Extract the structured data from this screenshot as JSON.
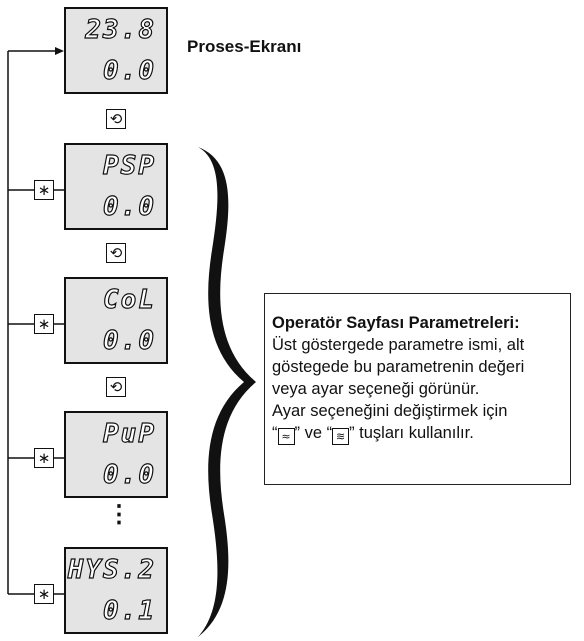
{
  "process_label": "Proses-Ekranı",
  "displays": [
    {
      "top": "23.8",
      "bottom": "0.0"
    },
    {
      "top": "PSP",
      "bottom": "0.0"
    },
    {
      "top": "CoL",
      "bottom": "0.0"
    },
    {
      "top": "PuP",
      "bottom": "0.0"
    },
    {
      "top": "HYS.2",
      "bottom": "0.1"
    }
  ],
  "keys": {
    "rotate_symbol": "⟲",
    "star_symbol": "∗",
    "up_symbol": "≈",
    "down_symbol": "≋",
    "ellipsis": "⋮"
  },
  "info": {
    "heading": "Operatör Sayfası Parametreleri:",
    "line1": "Üst göstergede parametre ismi, alt",
    "line2": "göstegede bu parametrenin değeri",
    "line3": "veya ayar seçeneği görünür.",
    "line4": "Ayar seçeneğini değiştirmek için",
    "line5_a": "“",
    "line5_b": "” ve “",
    "line5_c": "” tuşları kullanılır."
  }
}
